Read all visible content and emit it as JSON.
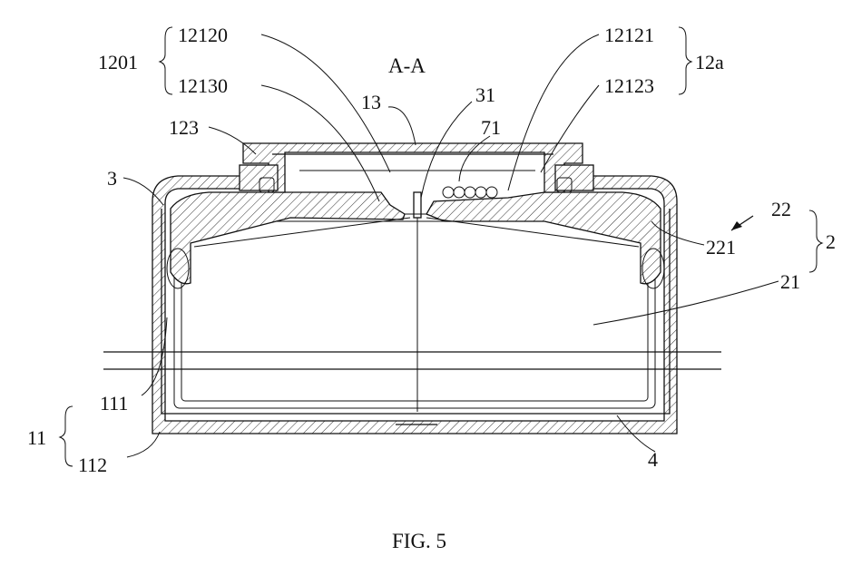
{
  "figure": {
    "section_label": "A-A",
    "caption": "FIG. 5"
  },
  "labels": {
    "l1201": "1201",
    "l12120": "12120",
    "l12130": "12130",
    "l12121": "12121",
    "l12123": "12123",
    "l12a": "12a",
    "l13": "13",
    "l31": "31",
    "l71": "71",
    "l123": "123",
    "l3": "3",
    "l22": "22",
    "l2": "2",
    "l221": "221",
    "l21": "21",
    "l111": "111",
    "l11": "11",
    "l112": "112",
    "l4": "4"
  }
}
